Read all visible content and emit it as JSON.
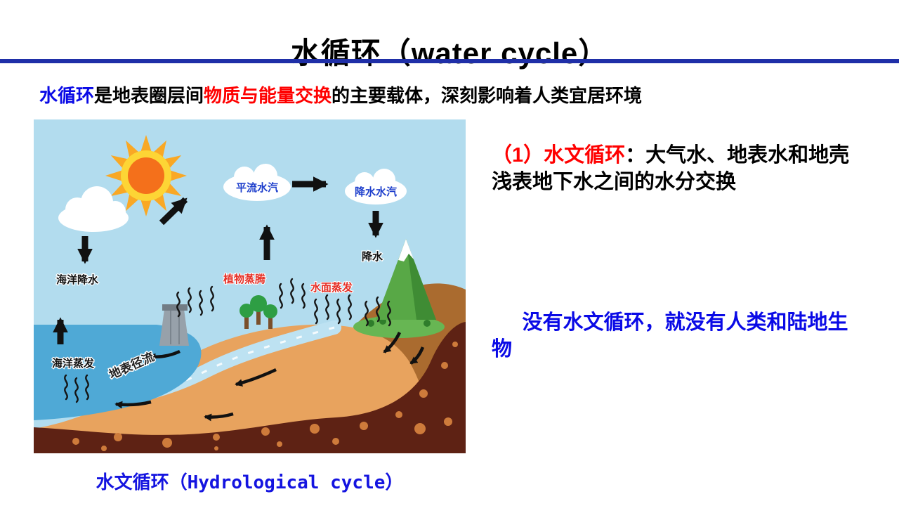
{
  "title": "水循环（water cycle）",
  "intro": {
    "lead": "水循环",
    "mid": "是地表圈层间",
    "emphasis": "物质与能量交换",
    "tail": "的主要载体，深刻影响着人类宜居环境"
  },
  "figure": {
    "caption": "水文循环（Hydrological cycle）",
    "labels": {
      "advection_vapor": "平流水汽",
      "precipitation_vapor": "降水水汽",
      "precipitation": "降水",
      "ocean_precipitation": "海洋降水",
      "plant_transpiration": "植物蒸腾",
      "water_surface_evaporation": "水面蒸发",
      "ocean_evaporation": "海洋蒸发",
      "surface_runoff": "地表径流"
    }
  },
  "right_panel": {
    "point1_label": "（1）水文循环",
    "point1_colon": "：",
    "point1_body": "大气水、地表水和地壳浅表地下水之间的水分交换",
    "point2": "没有水文循环，就没有人类和陆地生物"
  },
  "colors": {
    "divider_blue": "#1F2FA8",
    "emphasis_blue": "#0A0AE6",
    "emphasis_red": "#FF0000",
    "caption_blue": "#1414E0",
    "label_blue": "#1E3FCC",
    "label_red": "#E53026",
    "sky": "#B2DCEE",
    "ocean": "#4FA9D6",
    "land_tan": "#E8A35E",
    "hill_brown": "#AA6B2F",
    "soil_dark": "#5E2214"
  }
}
